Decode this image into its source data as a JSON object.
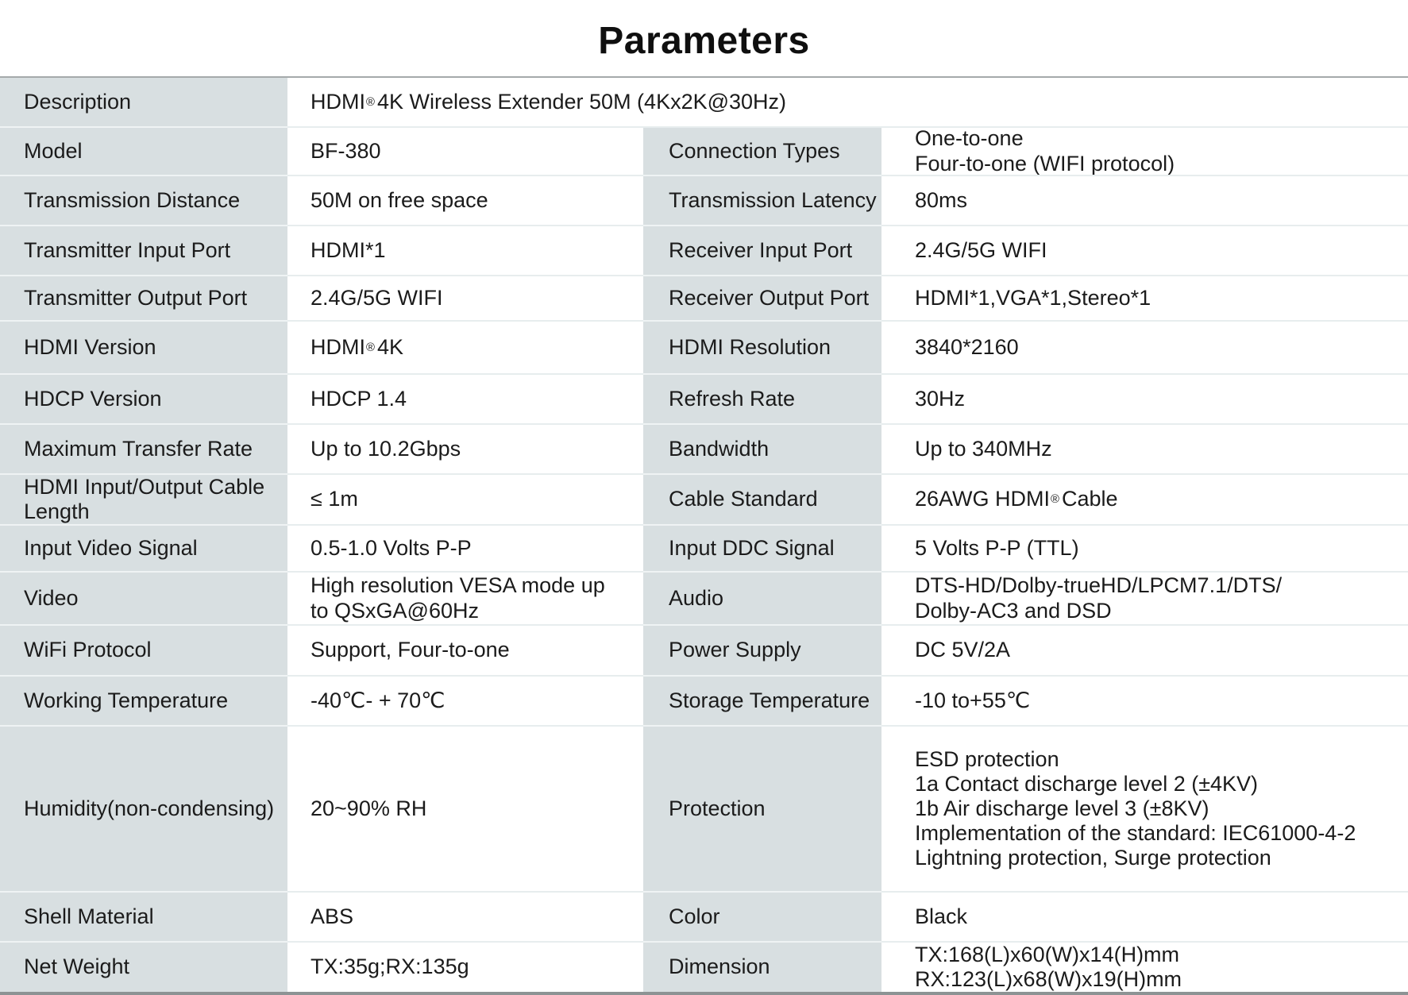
{
  "title": "Parameters",
  "colors": {
    "label_bg": "#d8dfe1",
    "table_top_border": "#a5aaab",
    "table_bottom_border": "#8d9394",
    "text": "#1b1b1b"
  },
  "table": {
    "description": {
      "label": "Description",
      "value": "HDMI®4K Wireless Extender 50M (4Kx2K@30Hz)"
    },
    "rows": [
      {
        "label_left": "Model",
        "value_left": "BF-380",
        "label_right": "Connection Types",
        "value_right": "One-to-one\nFour-to-one (WIFI protocol)"
      },
      {
        "label_left": "Transmission Distance",
        "value_left": "50M on free space",
        "label_right": "Transmission Latency",
        "value_right": "80ms"
      },
      {
        "label_left": "Transmitter Input Port",
        "value_left": "HDMI*1",
        "label_right": "Receiver Input Port",
        "value_right": "2.4G/5G WIFI"
      },
      {
        "label_left": "Transmitter Output Port",
        "value_left": "2.4G/5G WIFI",
        "label_right": "Receiver Output Port",
        "value_right": "HDMI*1,VGA*1,Stereo*1"
      },
      {
        "label_left": "HDMI Version",
        "value_left": "HDMI®4K",
        "label_right": "HDMI Resolution",
        "value_right": "3840*2160"
      },
      {
        "label_left": "HDCP Version",
        "value_left": "HDCP 1.4",
        "label_right": "Refresh Rate",
        "value_right": "30Hz"
      },
      {
        "label_left": "Maximum Transfer Rate",
        "value_left": "Up to 10.2Gbps",
        "label_right": "Bandwidth",
        "value_right": "Up to 340MHz"
      },
      {
        "label_left": "HDMI Input/Output Cable\nLength",
        "value_left": "≤ 1m",
        "label_right": "Cable Standard",
        "value_right": "26AWG HDMI®Cable"
      },
      {
        "label_left": "Input Video Signal",
        "value_left": "0.5-1.0 Volts P-P",
        "label_right": "Input DDC Signal",
        "value_right": "5 Volts P-P (TTL)"
      },
      {
        "label_left": "Video",
        "value_left": "High resolution VESA mode up\nto QSxGA@60Hz",
        "label_right": "Audio",
        "value_right": "DTS-HD/Dolby-trueHD/LPCM7.1/DTS/\nDolby-AC3 and DSD"
      },
      {
        "label_left": "WiFi Protocol",
        "value_left": "Support, Four-to-one",
        "label_right": "Power Supply",
        "value_right": "DC 5V/2A"
      },
      {
        "label_left": "Working Temperature",
        "value_left": "-40℃- + 70℃",
        "label_right": "Storage Temperature",
        "value_right": "-10 to+55℃"
      },
      {
        "label_left": "Humidity(non-condensing)",
        "value_left": "20~90% RH",
        "label_right": "Protection",
        "value_right": "ESD protection\n1a Contact discharge level 2 (±4KV)\n1b Air discharge level 3 (±8KV)\nImplementation of the standard: IEC61000-4-2\nLightning protection, Surge protection"
      },
      {
        "label_left": "Shell Material",
        "value_left": "ABS",
        "label_right": "Color",
        "value_right": "Black"
      },
      {
        "label_left": "Net Weight",
        "value_left": "TX:35g;RX:135g",
        "label_right": "Dimension",
        "value_right": "TX:168(L)x60(W)x14(H)mm\nRX:123(L)x68(W)x19(H)mm"
      }
    ]
  }
}
